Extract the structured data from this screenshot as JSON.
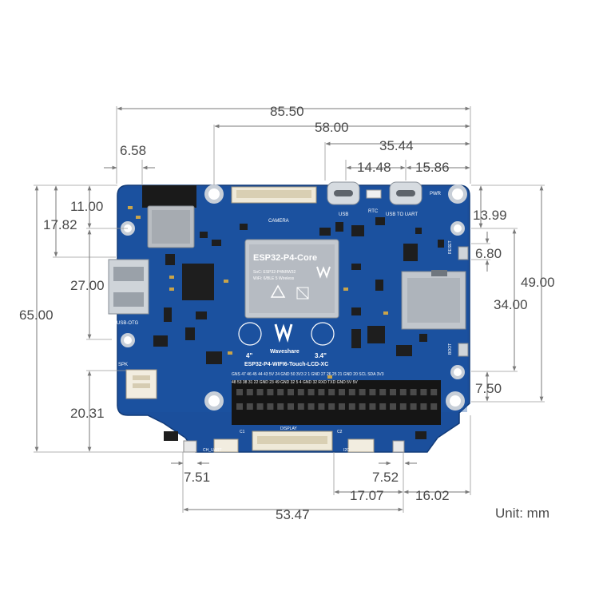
{
  "board": {
    "module_label": "ESP32-P4-Core",
    "module_sub1": "SoC: ESP32-P4NRW32",
    "module_sub2": "WiFi: 6/BLE 5 Wireless",
    "brand": "Waveshare",
    "model": "ESP32-P4-WIFI6-Touch-LCD-XC",
    "size_left": "4\"",
    "size_right": "3.4\"",
    "connectors": {
      "camera": "CAMERA",
      "usb": "USB",
      "rtc": "RTC",
      "usb_uart": "USB TO UART",
      "pwr": "PWR",
      "usb_otg": "USB-OTG",
      "spk": "SPK",
      "reset": "RESET",
      "boot": "BOOT",
      "display": "DISPLAY",
      "i2c": "I2C",
      "ch_uart": "CH_UART",
      "c1": "C1",
      "c2": "C2"
    },
    "header_top_labels": [
      "GNS",
      "47",
      "46",
      "45",
      "44",
      "43",
      "5V",
      "24",
      "GND",
      "50",
      "3V3",
      "2",
      "1",
      "GND",
      "27",
      "26",
      "25",
      "21",
      "GND",
      "20",
      "SCL",
      "SDA",
      "3V3"
    ],
    "header_bot_labels": [
      "48",
      "53",
      "38",
      "31",
      "22",
      "GND",
      "23",
      "49",
      "GND",
      "32",
      "5",
      "4",
      "GND",
      "32",
      "RXD",
      "TXD",
      "GND",
      "5V",
      "5V"
    ]
  },
  "dimensions": {
    "overall_width": "85.50",
    "camera_to_right": "58.00",
    "usb_to_right": "35.44",
    "usb_spacing": "14.48",
    "uart_to_right": "15.86",
    "left_offset": "6.58",
    "top_hole": "11.00",
    "left_hole": "17.82",
    "usb_otg": "27.00",
    "overall_height": "65.00",
    "spk": "20.31",
    "pwr_hole": "13.99",
    "reset": "6.80",
    "right_hole": "49.00",
    "sd_slot": "34.00",
    "boot": "7.50",
    "bottom_left": "7.51",
    "bottom_conn_span": "17.07",
    "bottom_right_spacing": "7.52",
    "bottom_right_edge": "16.02",
    "bottom_span": "53.47"
  },
  "unit_label": "Unit: mm",
  "colors": {
    "pcb": "#1b4f9c",
    "pcb_dark": "#143f80",
    "silk": "#ffffff",
    "hole_ring": "#c8cfd8"
  }
}
